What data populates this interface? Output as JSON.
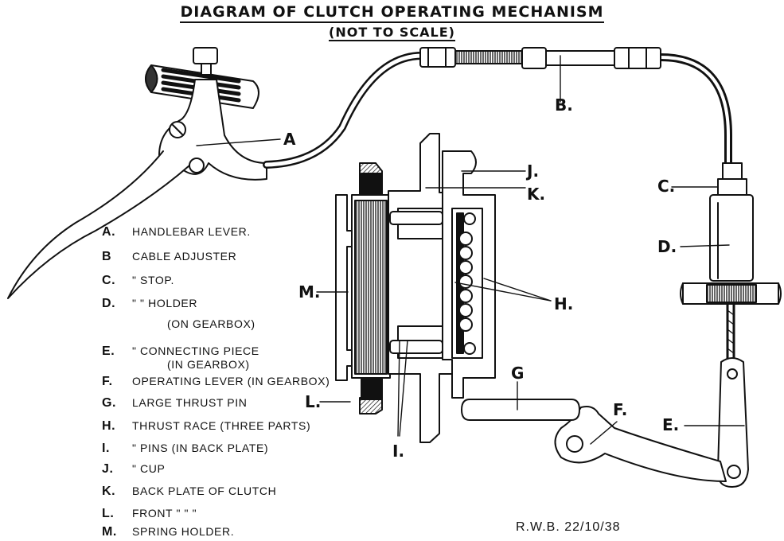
{
  "title": "DIAGRAM OF CLUTCH OPERATING MECHANISM",
  "subtitle": "(NOT TO SCALE)",
  "legend": [
    {
      "key": "A.",
      "text": "HANDLEBAR LEVER."
    },
    {
      "key": "B",
      "text": "CABLE ADJUSTER"
    },
    {
      "key": "C.",
      "text": "\"       STOP."
    },
    {
      "key": "D.",
      "text": "\"        \"      HOLDER"
    },
    {
      "key": "",
      "text": "(ON GEARBOX)"
    },
    {
      "key": "E.",
      "text": "\"      CONNECTING PIECE"
    },
    {
      "key": "",
      "text": "(IN GEARBOX)"
    },
    {
      "key": "F.",
      "text": "OPERATING LEVER (IN GEARBOX)"
    },
    {
      "key": "G.",
      "text": "LARGE THRUST PIN"
    },
    {
      "key": "H.",
      "text": "THRUST RACE (THREE PARTS)"
    },
    {
      "key": "I.",
      "text": "\"     PINS (IN BACK PLATE)"
    },
    {
      "key": "J.",
      "text": "\"     CUP"
    },
    {
      "key": "K.",
      "text": "BACK PLATE OF CLUTCH"
    },
    {
      "key": "L.",
      "text": "FRONT  \"     \"      \""
    },
    {
      "key": "M.",
      "text": "SPRING HOLDER."
    }
  ],
  "callouts": {
    "A": "A",
    "B": "B.",
    "C": "C.",
    "D": "D.",
    "E": "E.",
    "F": "F.",
    "G": "G",
    "H": "H.",
    "I": "I.",
    "J": "J.",
    "K": "K.",
    "L": "L.",
    "M": "M."
  },
  "signature": "R.W.B.   22/10/38"
}
